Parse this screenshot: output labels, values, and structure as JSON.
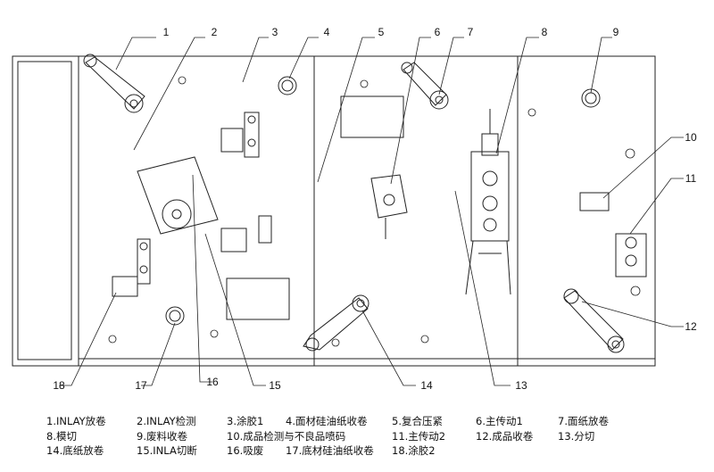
{
  "callouts": {
    "c1": "1",
    "c2": "2",
    "c3": "3",
    "c4": "4",
    "c5": "5",
    "c6": "6",
    "c7": "7",
    "c8": "8",
    "c9": "9",
    "c10": "10",
    "c11": "11",
    "c12": "12",
    "c13": "13",
    "c14": "14",
    "c15": "15",
    "c16": "16",
    "c17": "17",
    "c18": "18"
  },
  "legend": [
    "1.INLAY放卷",
    "2.INLAY检测",
    "3.涂胶1",
    "4.面材硅油纸收卷",
    "5.复合压紧",
    "6.主传动1",
    "7.面纸放卷",
    "8.模切",
    "9.废料收卷",
    "10.成品检测与不良品喷码",
    "11.主传动2",
    "12.成品收卷",
    "13.分切",
    "14.底纸放卷",
    "15.INLA切断",
    "16.吸废",
    "17.底材硅油纸收卷",
    "18.涂胶2"
  ]
}
